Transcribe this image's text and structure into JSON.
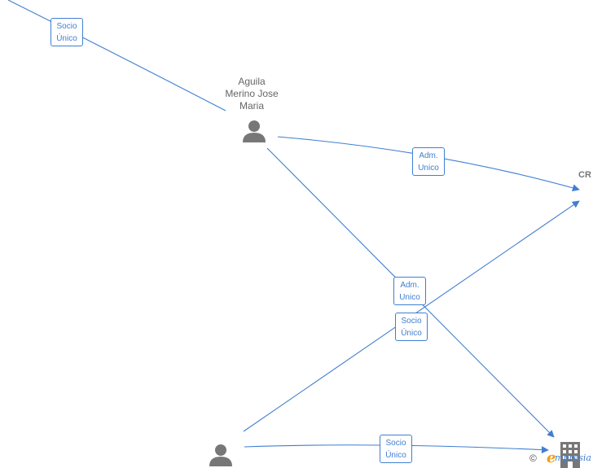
{
  "nodes": {
    "person_top": {
      "name_lines": [
        "Aguila",
        "Merino Jose",
        "Maria"
      ]
    },
    "company_partial": {
      "label": "CR"
    }
  },
  "edges": [
    {
      "line1": "Socio",
      "line2": "Único"
    },
    {
      "line1": "Adm.",
      "line2": "Unico"
    },
    {
      "line1": "Adm.",
      "line2": "Unico"
    },
    {
      "line1": "Socio",
      "line2": "Único"
    },
    {
      "line1": "Socio",
      "line2": "Único"
    }
  ],
  "watermark": {
    "symbol": "©",
    "brand_initial": "e",
    "brand_rest": "mpresia"
  },
  "colors": {
    "edge": "#3f7fd2",
    "person_icon": "#777777",
    "building_icon": "#777777",
    "brand_orange": "#f39c12"
  },
  "icons": {
    "person": "person-icon",
    "building": "building-icon"
  }
}
